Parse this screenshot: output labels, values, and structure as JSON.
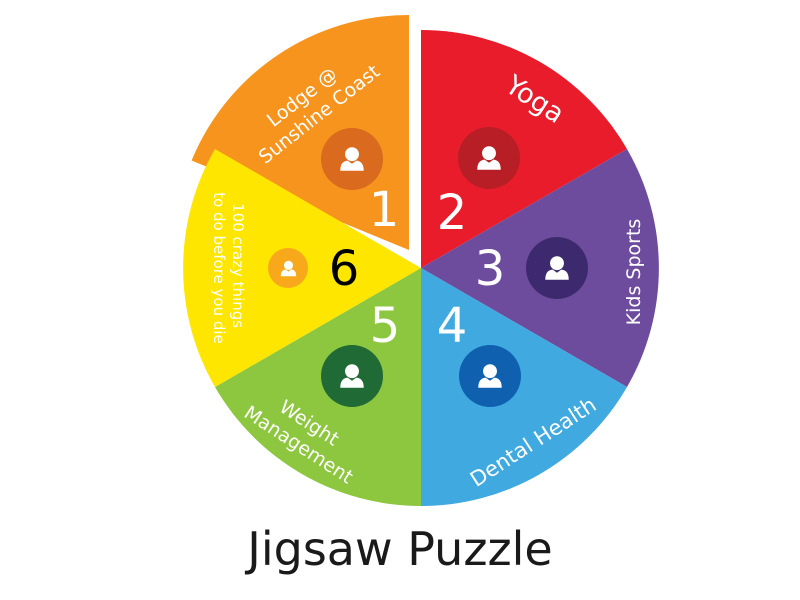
{
  "title": "Jigsaw Puzzle",
  "segments": [
    {
      "number": "1",
      "label_lines": [
        "Lodge @",
        "Sunshine Coast"
      ],
      "color": "#F7941D",
      "icon_color": "#D96A1E",
      "number_color": "#ffffff",
      "label_color": "#ffffff"
    },
    {
      "number": "2",
      "label_lines": [
        "Yoga"
      ],
      "color": "#E81C2B",
      "icon_color": "#B81E26",
      "number_color": "#ffffff",
      "label_color": "#ffffff"
    },
    {
      "number": "3",
      "label_lines": [
        "Kids Sports"
      ],
      "color": "#6D4C9E",
      "icon_color": "#3D2A6E",
      "number_color": "#ffffff",
      "label_color": "#ffffff"
    },
    {
      "number": "4",
      "label_lines": [
        "Dental Health"
      ],
      "color": "#3FA9E0",
      "icon_color": "#1060B0",
      "number_color": "#ffffff",
      "label_color": "#ffffff"
    },
    {
      "number": "5",
      "label_lines": [
        "Weight",
        "Management"
      ],
      "color": "#8DC63F",
      "icon_color": "#1F6A35",
      "number_color": "#ffffff",
      "label_color": "#ffffff"
    },
    {
      "number": "6",
      "label_lines": [
        "100 crazy things",
        "to do before you die"
      ],
      "color": "#FFE600",
      "icon_color": "#F7A81B",
      "number_color": "#000000",
      "label_color": "#000000"
    }
  ]
}
